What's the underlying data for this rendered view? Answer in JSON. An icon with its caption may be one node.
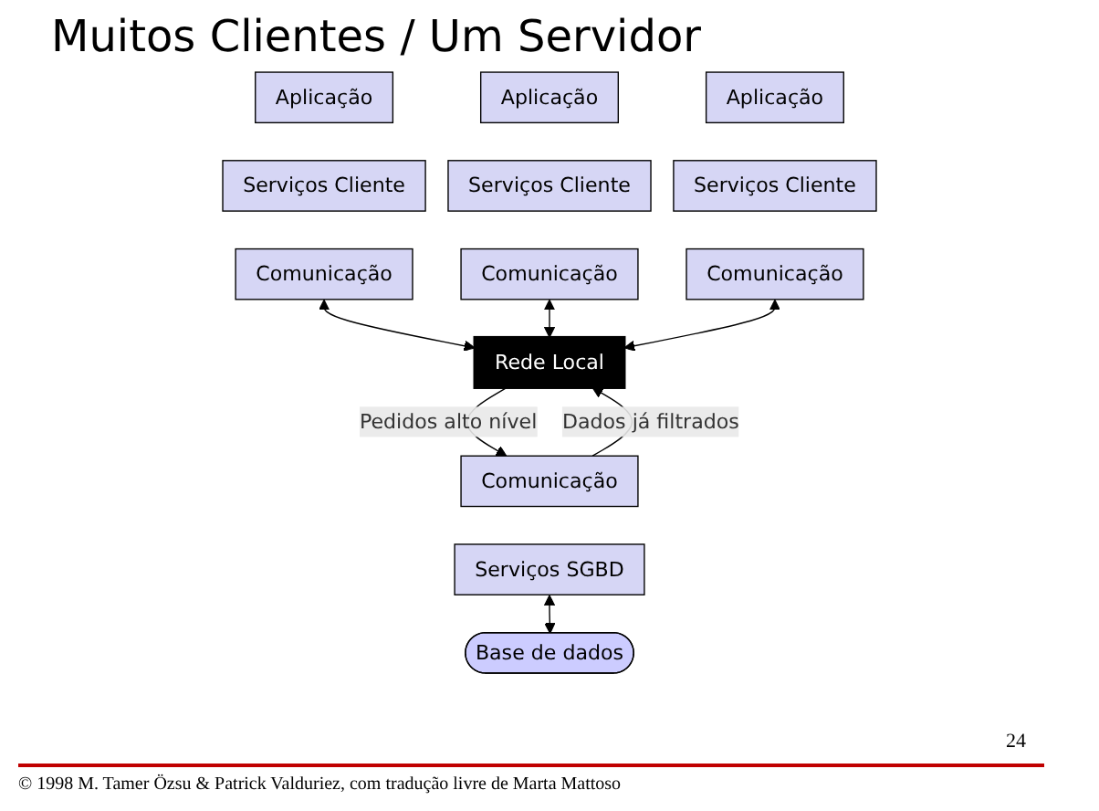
{
  "diagram": {
    "title": "Muitos Clientes / Um Servidor",
    "nodes": [
      {
        "text": [
          "Aplicação"
        ]
      },
      {
        "text": [
          "Serviços Cliente"
        ]
      },
      {
        "text": [
          "Comunicação"
        ]
      },
      {
        "text": [
          "Aplicação"
        ]
      },
      {
        "text": [
          "Serviços Cliente"
        ]
      },
      {
        "text": [
          "Comunicação"
        ]
      },
      {
        "text": [
          "Aplicação"
        ]
      },
      {
        "text": [
          "Serviços Cliente"
        ]
      },
      {
        "text": [
          "Comunicação"
        ]
      },
      {
        "text": [
          "Rede Local"
        ]
      },
      {
        "text": [
          "Comunicação"
        ]
      },
      {
        "text": [
          "Serviços SGBD"
        ]
      },
      {
        "text": [
          "Base de dados"
        ]
      }
    ],
    "edges": [
      {
        "from": 2,
        "to": 9,
        "arrow": "both"
      },
      {
        "from": 5,
        "to": 9,
        "arrow": "both"
      },
      {
        "from": 8,
        "to": 9,
        "arrow": "both"
      },
      {
        "from": 9,
        "to": 10,
        "arrow": "to",
        "label": "Pedidos alto nível"
      },
      {
        "from": 10,
        "to": 9,
        "arrow": "to",
        "label": "Dados já filtrados"
      },
      {
        "from": 11,
        "to": 12,
        "arrow": "both"
      }
    ],
    "labels": [
      "24",
      "© 1998 M. Tamer Özsu & Patrick Valduriez, com tradução livre de Marta Mattoso"
    ]
  }
}
